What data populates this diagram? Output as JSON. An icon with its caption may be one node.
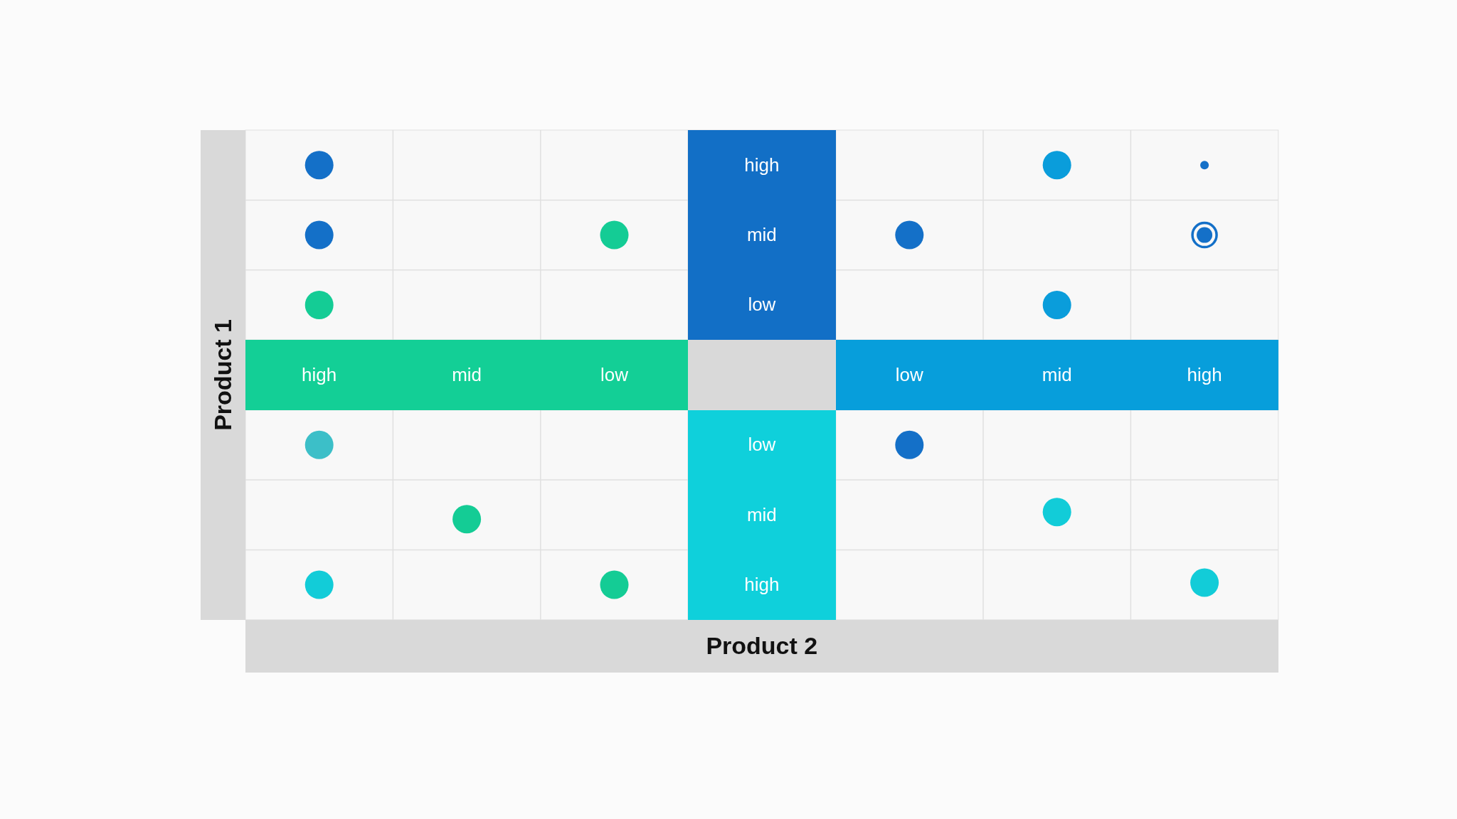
{
  "diagram": {
    "labels": [
      "high",
      "mid",
      "low",
      "Product 1",
      "high",
      "mid",
      "low",
      "low",
      "mid",
      "high",
      "low",
      "mid",
      "high",
      "Product 2"
    ]
  }
}
